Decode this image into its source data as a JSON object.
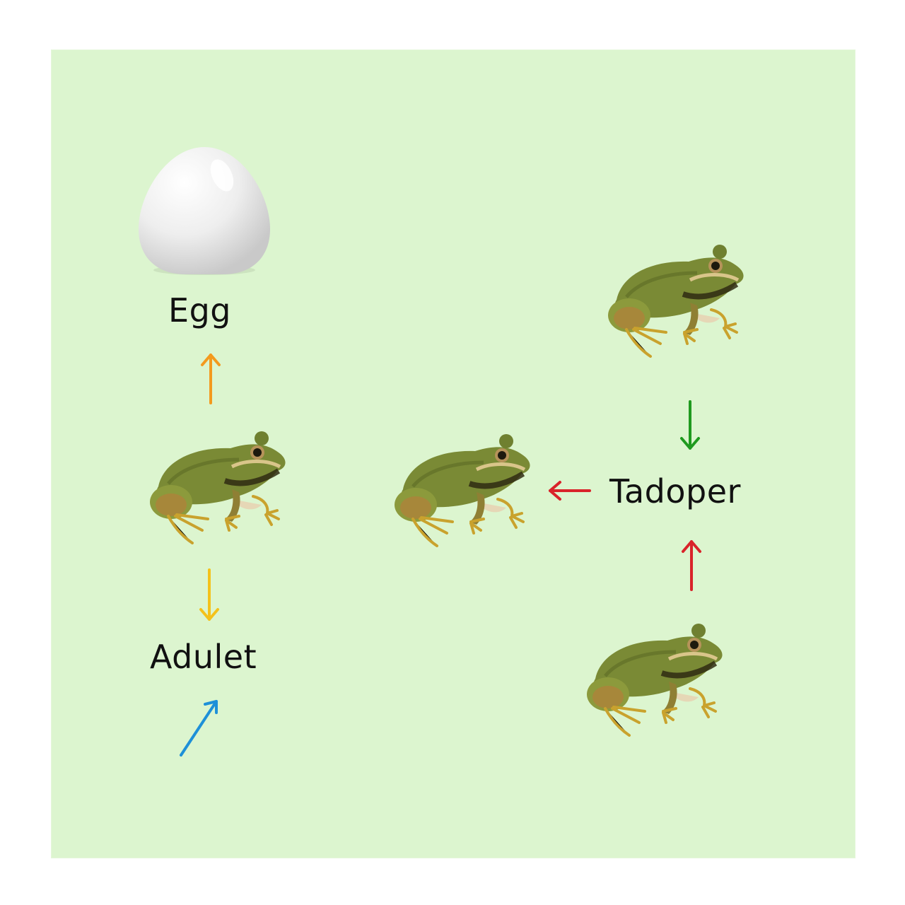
{
  "labels": {
    "egg": "Egg",
    "adult": "Adulet",
    "tadpole": "Tadoper"
  },
  "colors": {
    "background": "#dcf5cf",
    "arrow_orange": "#f39a1e",
    "arrow_yellow": "#f4c21a",
    "arrow_blue": "#1e90d8",
    "arrow_green": "#1f9a1f",
    "arrow_red": "#d9232a"
  },
  "icons": [
    "egg-icon",
    "frog-icon",
    "arrow-up-icon",
    "arrow-down-icon",
    "arrow-left-icon",
    "arrow-diagonal-icon"
  ]
}
